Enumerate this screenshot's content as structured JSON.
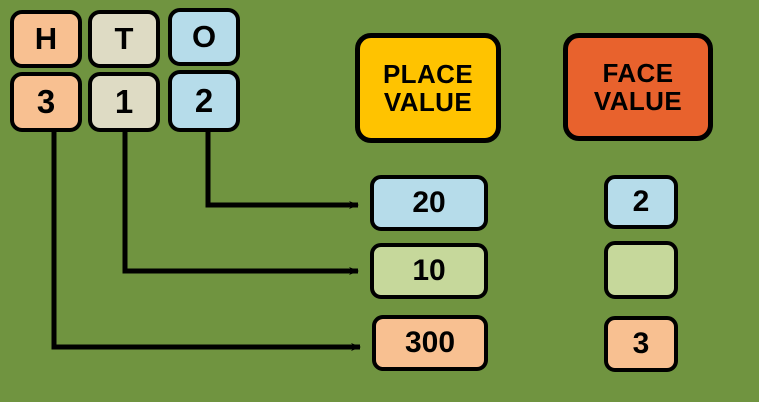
{
  "diagram": {
    "title": "Place Value and Face Value chart for the number 312",
    "background_color": "#709440",
    "outline_color": "#000000"
  },
  "place_chart": {
    "columns": [
      {
        "id": "hundreds",
        "header": "H",
        "digit": "3",
        "color": "#F8C091"
      },
      {
        "id": "tens",
        "header": "T",
        "digit": "1",
        "color": "#DEDBC4"
      },
      {
        "id": "ones",
        "header": "O",
        "digit": "2",
        "color": "#B6DCEA"
      }
    ]
  },
  "headers": {
    "place_value": {
      "line1": "PLACE",
      "line2": "VALUE",
      "color": "#FFC300"
    },
    "face_value": {
      "line1": "FACE",
      "line2": "VALUE",
      "color": "#E8622D"
    }
  },
  "place_values": [
    {
      "id": "ones-place-value",
      "value": "20",
      "color": "#B6DCEA"
    },
    {
      "id": "tens-place-value",
      "value": "10",
      "color": "#C6D89B"
    },
    {
      "id": "hundreds-place-value",
      "value": "300",
      "color": "#F8C091"
    }
  ],
  "face_values": [
    {
      "id": "ones-face-value",
      "value": "2",
      "color": "#B6DCEA"
    },
    {
      "id": "tens-face-value",
      "value": "",
      "color": "#C6D89B"
    },
    {
      "id": "hundreds-face-value",
      "value": "3",
      "color": "#F8C091"
    }
  ]
}
